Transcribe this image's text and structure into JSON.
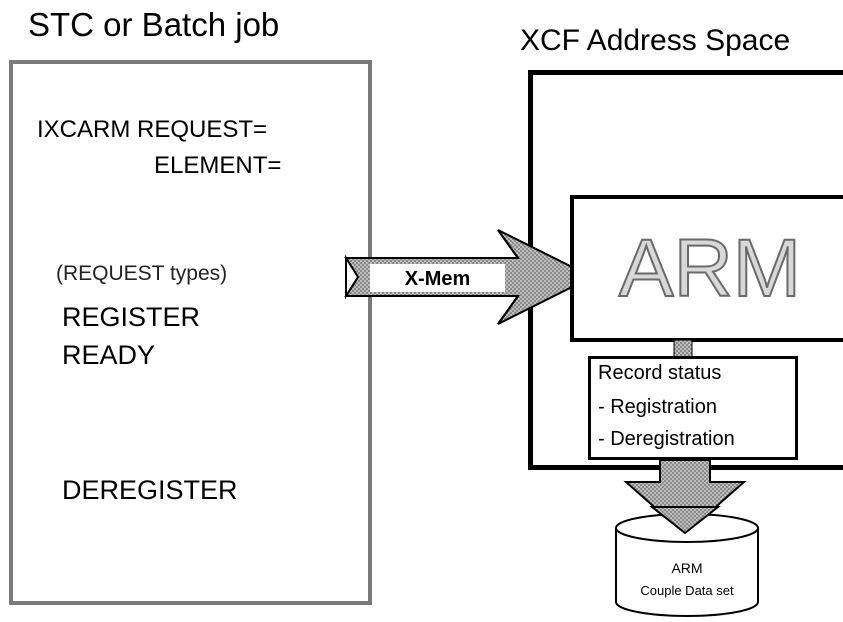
{
  "titles": {
    "left": "STC  or  Batch job",
    "right": "XCF Address Space"
  },
  "stc": {
    "ixcarm_label": "IXCARM  REQUEST=",
    "element_label": "ELEMENT=",
    "request_types_label": "(REQUEST types)",
    "types": [
      "REGISTER",
      "READY",
      "DEREGISTER"
    ]
  },
  "arrow_label": "X-Mem",
  "arm_label": "ARM",
  "record_status": {
    "title": "Record status",
    "items": [
      "-  Registration",
      "-  Deregistration"
    ]
  },
  "cds": {
    "line1": "ARM",
    "line2": "Couple Data set"
  }
}
